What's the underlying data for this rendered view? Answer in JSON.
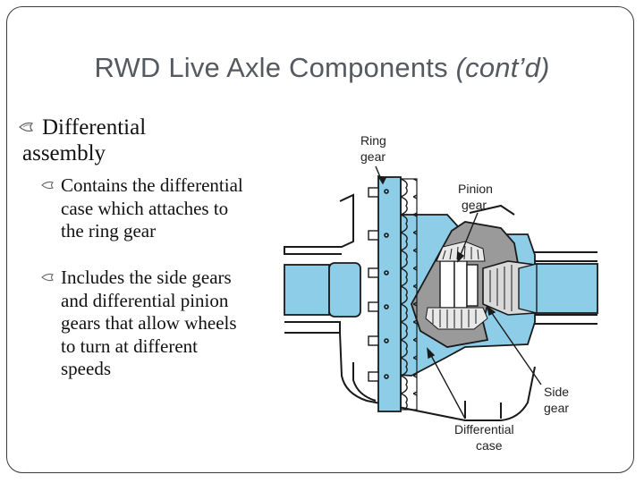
{
  "slide": {
    "title_main": "RWD Live Axle Components ",
    "title_italic": "(cont’d)",
    "bullet": "Differential assembly",
    "sub_bullets": [
      "Contains the differential case which attaches to the ring gear",
      "Includes the side gears and differential pinion gears that allow wheels to turn at different speeds"
    ]
  },
  "diagram": {
    "labels": {
      "ring_gear_1": "Ring",
      "ring_gear_2": "gear",
      "pinion_gear_1": "Pinion",
      "pinion_gear_2": "gear",
      "side_gear_1": "Side",
      "side_gear_2": "gear",
      "diff_case_1": "Differential",
      "diff_case_2": "case"
    },
    "colors": {
      "blue": "#8ecde8",
      "gray": "#9a9a9a",
      "light_gray": "#d9d9d9",
      "outline": "#1a1a1a"
    }
  }
}
